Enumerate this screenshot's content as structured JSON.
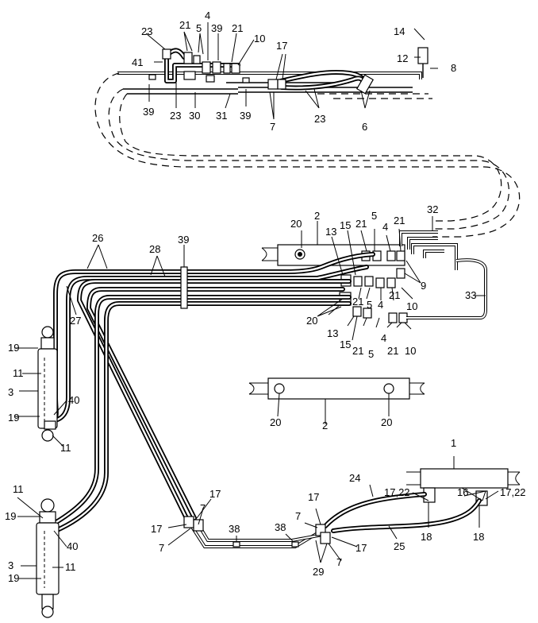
{
  "callouts": {
    "c1": "1",
    "c2a": "2",
    "c2b": "2",
    "c3a": "3",
    "c3b": "3",
    "c4a": "4",
    "c4b": "4",
    "c4c": "4",
    "c4d": "4",
    "c5a": "5",
    "c5b": "5",
    "c5c": "5",
    "c5d": "5",
    "c5e": "5",
    "c6": "6",
    "c7a": "7",
    "c7b": "7",
    "c7c": "7",
    "c7d": "7",
    "c7e": "7",
    "c7f": "7",
    "c8": "8",
    "c9": "9",
    "c10a": "10",
    "c10b": "10",
    "c10c": "10",
    "c11a": "11",
    "c11b": "11",
    "c11c": "11",
    "c11d": "11",
    "c12": "12",
    "c13a": "13",
    "c13b": "13",
    "c14": "14",
    "c15a": "15",
    "c15b": "15",
    "c16": "16",
    "c17a": "17",
    "c17b": "17",
    "c17c": "17",
    "c17d": "17",
    "c17e": "17",
    "c1722a": "17,22",
    "c1722b": "17,22",
    "c18a": "18",
    "c18b": "18",
    "c19a": "19",
    "c19b": "19",
    "c19c": "19",
    "c19d": "19",
    "c20a": "20",
    "c20b": "20",
    "c20c": "20",
    "c20d": "20",
    "c21a": "21",
    "c21b": "21",
    "c21c": "21",
    "c21d": "21",
    "c21e": "21",
    "c21f": "21",
    "c21g": "21",
    "c21h": "21",
    "c23a": "23",
    "c23b": "23",
    "c23c": "23",
    "c24": "24",
    "c25": "25",
    "c26": "26",
    "c27": "27",
    "c28": "28",
    "c29": "29",
    "c30": "30",
    "c31": "31",
    "c32": "32",
    "c33": "33",
    "c38a": "38",
    "c38b": "38",
    "c39a": "39",
    "c39b": "39",
    "c39c": "39",
    "c39d": "39",
    "c40a": "40",
    "c40b": "40",
    "c41": "41"
  }
}
